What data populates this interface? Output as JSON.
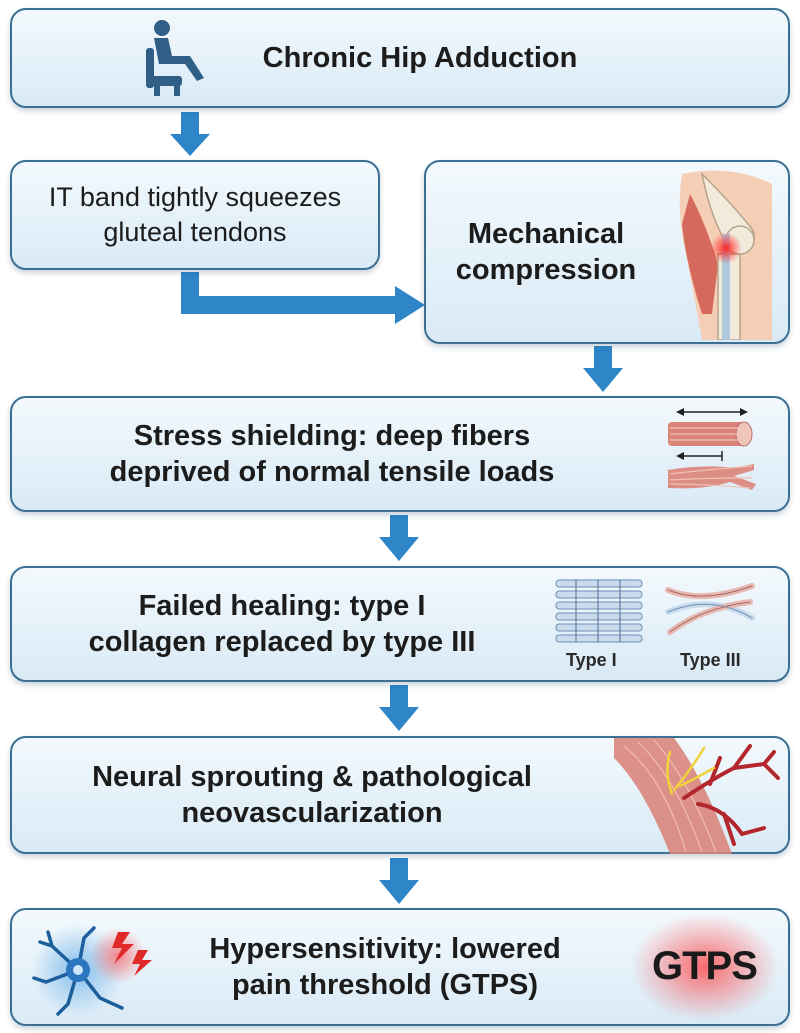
{
  "steps": {
    "adduction": {
      "title": "Chronic Hip Adduction"
    },
    "squeeze": {
      "line1": "IT band tightly squeezes",
      "line2": "gluteal tendons"
    },
    "compression": {
      "line1": "Mechanical",
      "line2": "compression"
    },
    "shielding": {
      "line1": "Stress shielding: deep fibers",
      "line2": "deprived of normal tensile loads"
    },
    "healing": {
      "line1": "Failed healing: type I",
      "line2": "collagen replaced by type III",
      "type1_label": "Type I",
      "type3_label": "Type III"
    },
    "neural": {
      "line1": "Neural sprouting & pathological",
      "line2": "neovascularization"
    },
    "hyper": {
      "line1": "Hypersensitivity: lowered",
      "line2": "pain threshold (GTPS)",
      "badge": "GTPS"
    }
  },
  "icons": [
    "seated-person-icon",
    "hip-anatomy-illustration",
    "tendon-fibers-illustration",
    "collagen-types-illustration",
    "nerve-vessel-illustration",
    "neuron-pain-icon"
  ],
  "colors": {
    "box_border": "#3b6f93",
    "box_fill": "#dcebf6",
    "arrow": "#2e86c8",
    "pain_red": "#e63b3b"
  }
}
